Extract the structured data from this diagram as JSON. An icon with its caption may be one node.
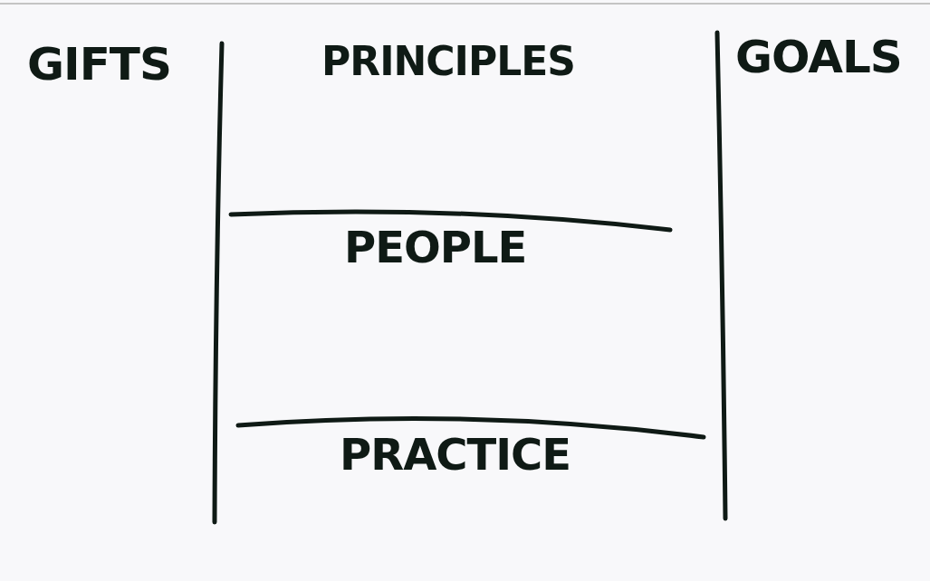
{
  "diagram": {
    "labels": [
      "GIFTS",
      "PRINCIPLES",
      "GOALS",
      "PEOPLE",
      "PRACTICE"
    ]
  }
}
